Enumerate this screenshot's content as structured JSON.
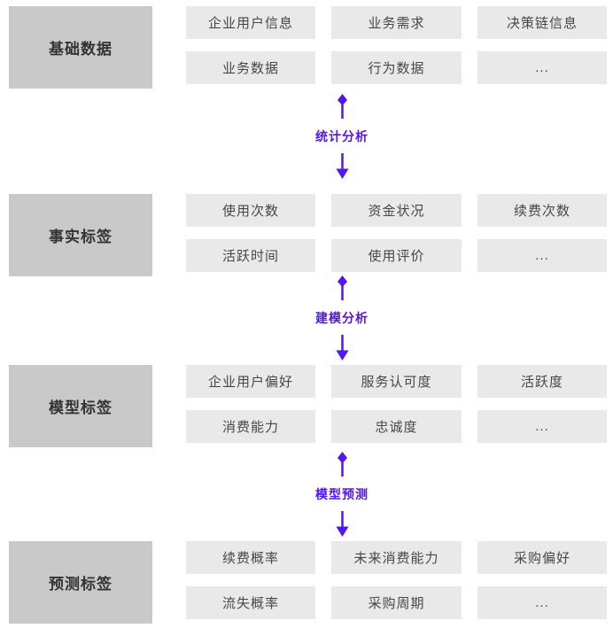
{
  "colors": {
    "accent": "#5315f0",
    "label_box_bg": "#c9c9c9",
    "item_box_bg": "#e9e9e9",
    "label_text": "#333333",
    "item_text": "#474747"
  },
  "diagram": {
    "rows": [
      {
        "label": "基础数据",
        "items": [
          "企业用户信息",
          "业务需求",
          "决策链信息",
          "业务数据",
          "行为数据",
          "..."
        ]
      },
      {
        "label": "事实标签",
        "items": [
          "使用次数",
          "资金状况",
          "续费次数",
          "活跃时间",
          "使用评价",
          "..."
        ]
      },
      {
        "label": "模型标签",
        "items": [
          "企业用户偏好",
          "服务认可度",
          "活跃度",
          "消费能力",
          "忠诚度",
          "..."
        ]
      },
      {
        "label": "预测标签",
        "items": [
          "续费概率",
          "未来消费能力",
          "采购偏好",
          "流失概率",
          "采购周期",
          "..."
        ]
      }
    ],
    "connectors": [
      {
        "label": "统计分析"
      },
      {
        "label": "建模分析"
      },
      {
        "label": "模型预测"
      }
    ]
  }
}
